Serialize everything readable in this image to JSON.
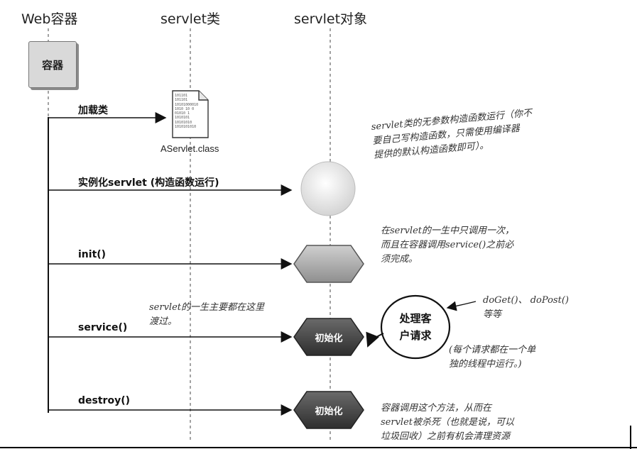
{
  "columns": {
    "container": "Web容器",
    "servlet_class": "servlet类",
    "servlet_object": "servlet对象"
  },
  "container_box": "容器",
  "class_file": {
    "name": "AServlet.class",
    "lines": [
      "101101",
      "101101",
      "10101000010",
      "1010 10 0",
      "01010  1",
      "1010101",
      "10101010",
      "1010101010"
    ]
  },
  "calls": {
    "load": "加载类",
    "instantiate": "实例化servlet (构造函数运行)",
    "init": "init()",
    "service": "service()",
    "destroy": "destroy()"
  },
  "object_states": {
    "service_state": "初始化",
    "destroy_state": "初始化"
  },
  "bubble": {
    "line1": "处理客",
    "line2": "户请求"
  },
  "notes": {
    "constructor": [
      "servlet类的无参数构造函数运行（你不",
      "要自己写构造函数，只需使用编译器",
      "提供的默认构造函数即可）。"
    ],
    "init": [
      "在servlet的一生中只调用一次，",
      "而且在容器调用service()之前必",
      "须完成。"
    ],
    "service_life": [
      "servlet的一生主要都在这里",
      "渡过。"
    ],
    "doget": [
      "doGet()、  doPost()",
      "等等"
    ],
    "thread": [
      "(每个请求都在一个单",
      "独的线程中运行。)"
    ],
    "destroy": [
      "容器调用这个方法，从而在",
      "servlet被杀死（也就是说，可以",
      "垃圾回收）之前有机会清理资源"
    ]
  }
}
